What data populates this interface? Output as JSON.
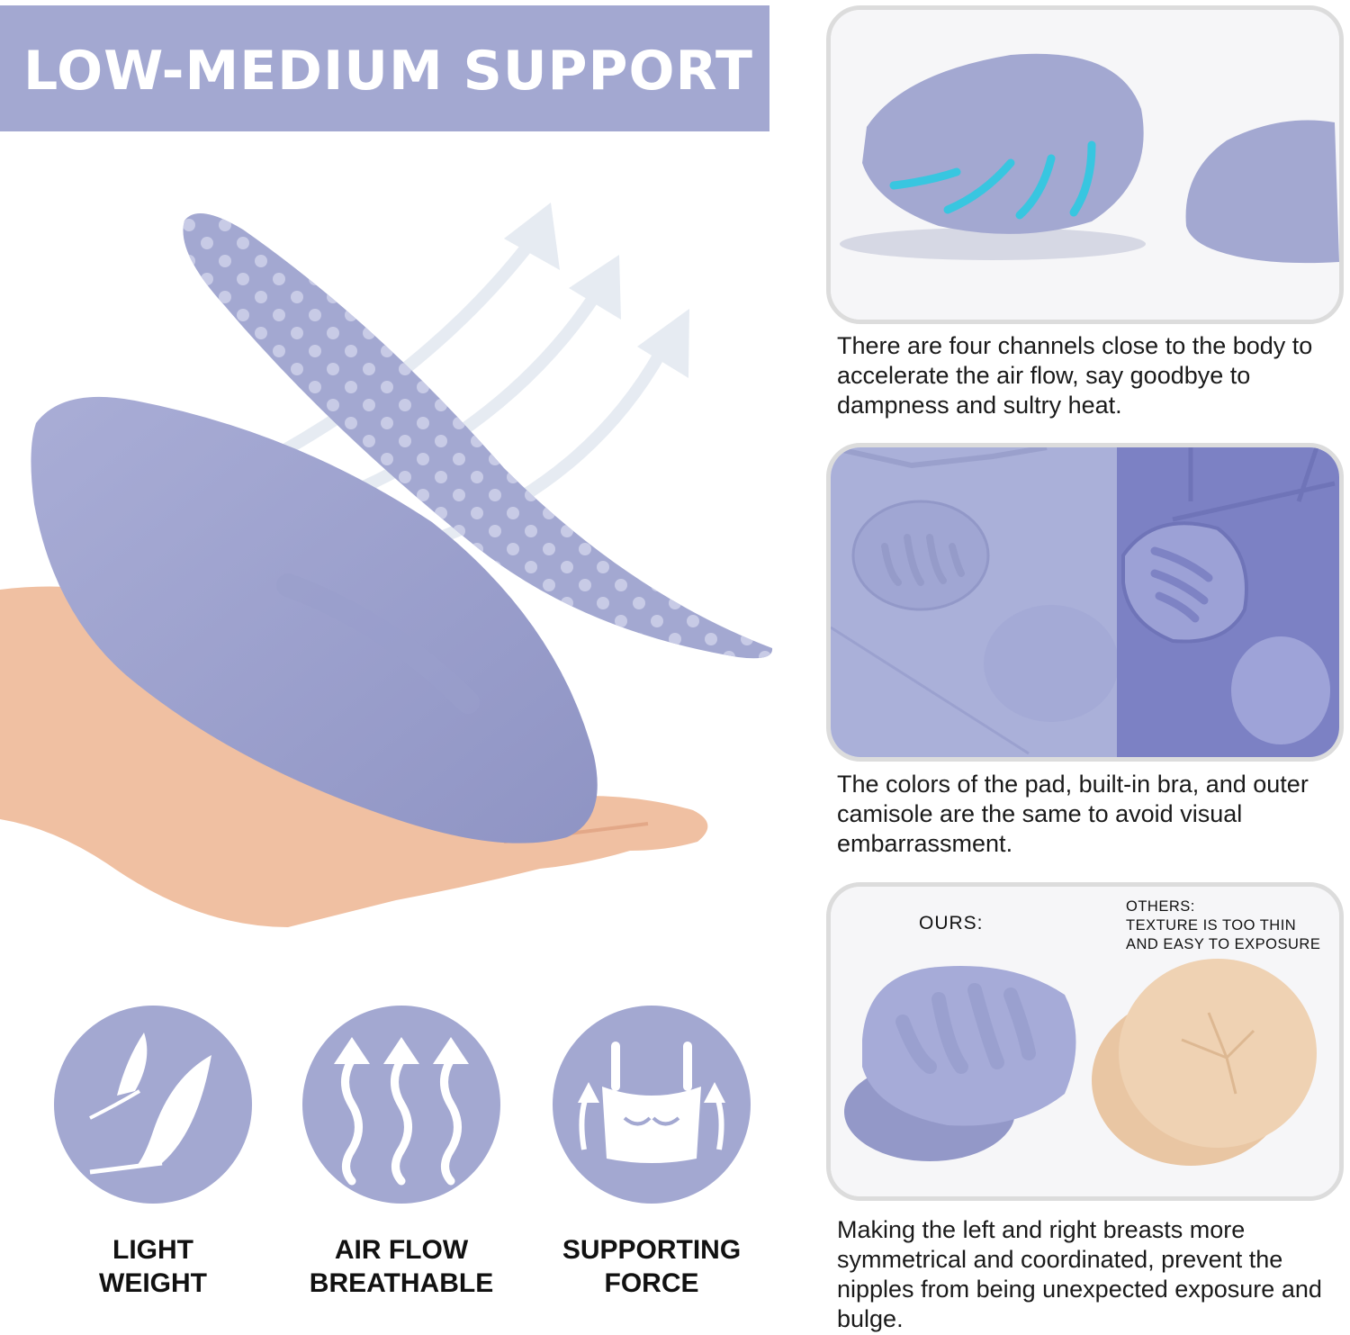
{
  "banner": {
    "title": "LOW-MEDIUM SUPPORT"
  },
  "panels": [
    {
      "caption": "There are four channels close to the body to accelerate the air flow, say goodbye to dampness and sultry heat."
    },
    {
      "caption": "The colors of the pad, built-in bra, and outer camisole are the same to avoid visual embarrassment."
    },
    {
      "ours_label": "OURS:",
      "others_label": "OTHERS:\nTEXTURE IS TOO THIN\nAND EASY TO EXPOSURE",
      "caption": "Making the left and right breasts more symmetrical and coordinated, prevent the nipples from being unexpected exposure and bulge."
    }
  ],
  "features": [
    {
      "icon": "feather-icon",
      "label": "LIGHT\nWEIGHT"
    },
    {
      "icon": "airflow-arrows-icon",
      "label": "AIR FLOW\nBREATHABLE"
    },
    {
      "icon": "camisole-icon",
      "label": "SUPPORTING\nFORCE"
    }
  ],
  "colors": {
    "lavender": "#a3a8d1",
    "pad": "#9ea3cf",
    "pad_dark": "#8e93c2",
    "arrow_cyan": "#38c6e0",
    "nude": "#ecc9a6",
    "skin": "#f2c3a6"
  }
}
